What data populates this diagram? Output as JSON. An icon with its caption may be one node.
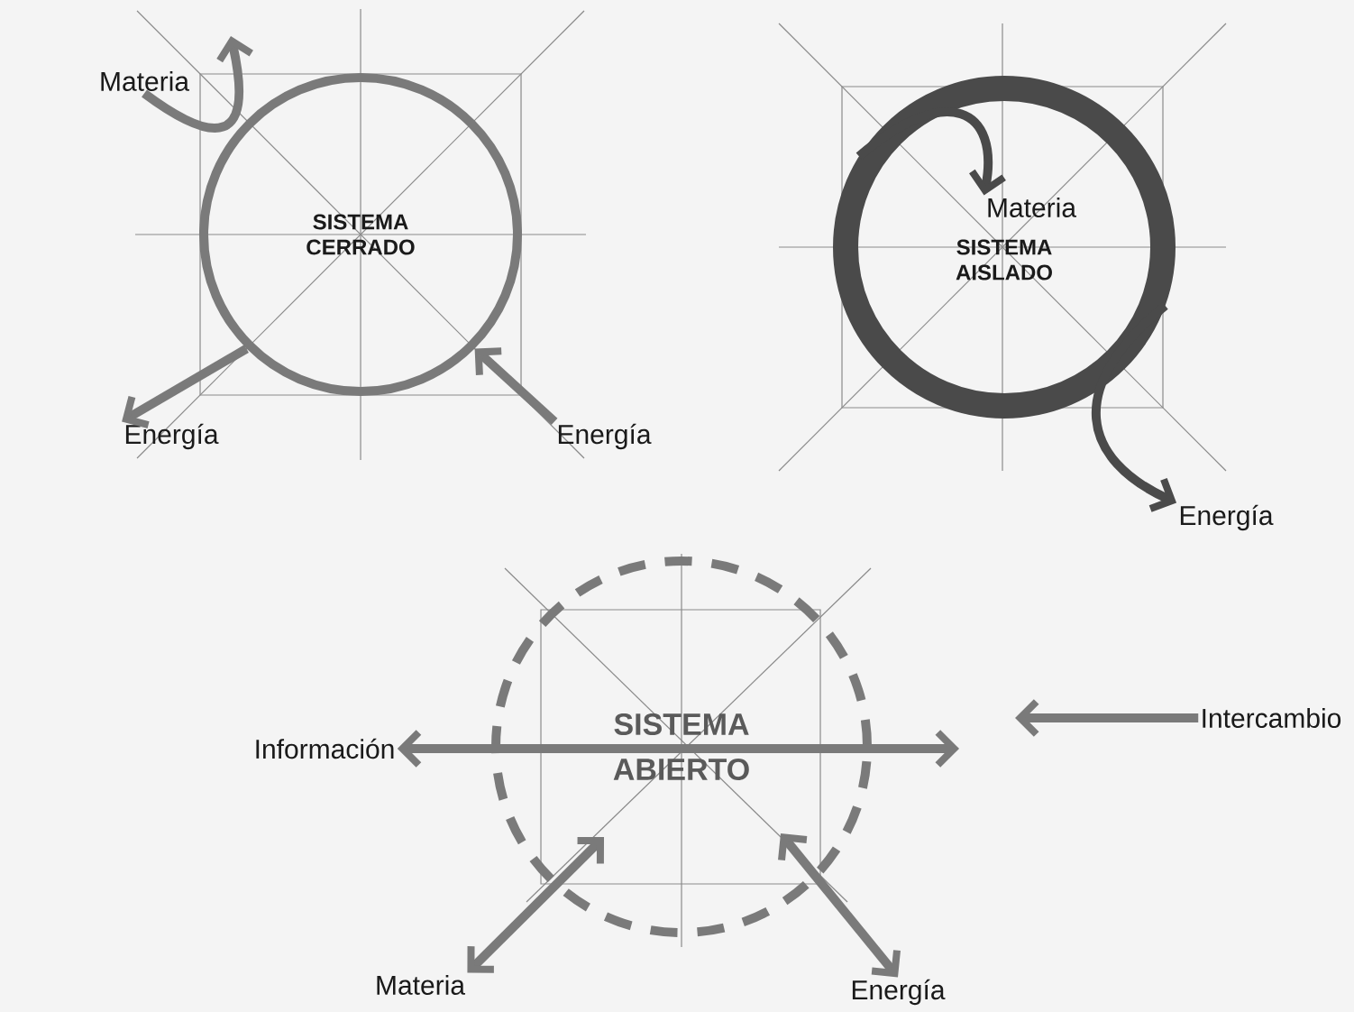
{
  "diagram": {
    "nodes": [
      {
        "text": [
          "SISTEMA CERRADO"
        ]
      },
      {
        "text": [
          "Materia"
        ]
      },
      {
        "text": [
          "Energía"
        ]
      },
      {
        "text": [
          "Energía"
        ]
      },
      {
        "text": [
          "SISTEMA AISLADO"
        ]
      },
      {
        "text": [
          "Materia"
        ],
        "in": 4
      },
      {
        "text": [
          "Energía"
        ]
      },
      {
        "text": [
          "SISTEMA ABIERTO"
        ]
      },
      {
        "text": [
          "Información"
        ]
      },
      {
        "text": [
          "Intercambio"
        ]
      },
      {
        "text": [
          "Materia"
        ]
      },
      {
        "text": [
          "Energía"
        ]
      }
    ],
    "edges": [
      {
        "from": 1,
        "to": null,
        "arrow": "to"
      },
      {
        "from": 0,
        "to": 2,
        "arrow": "to"
      },
      {
        "from": 3,
        "to": 0,
        "arrow": "to"
      },
      {
        "from": 4,
        "to": 5,
        "arrow": "to",
        "color": "#4a4a4a"
      },
      {
        "from": 4,
        "to": 6,
        "arrow": "to",
        "color": "#4a4a4a"
      },
      {
        "from": 8,
        "to": null,
        "arrow": "both"
      },
      {
        "from": 9,
        "to": null,
        "arrow": "to"
      },
      {
        "from": 7,
        "to": 10,
        "arrow": "both"
      },
      {
        "from": 7,
        "to": 11,
        "arrow": "both"
      }
    ]
  }
}
